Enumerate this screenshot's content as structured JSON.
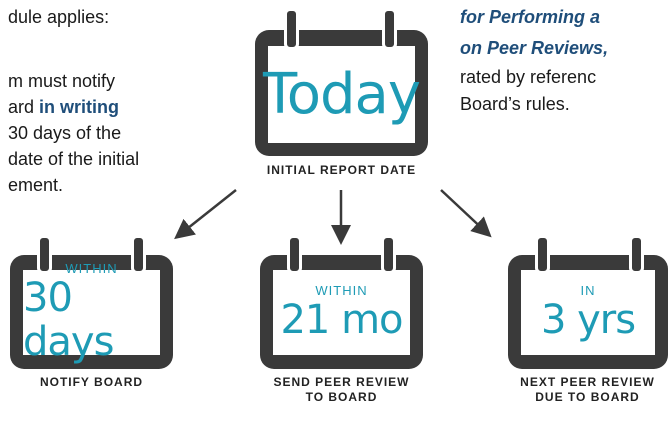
{
  "left_text": {
    "line1": "dule applies:",
    "line2": "m must notify",
    "line3_plain": "ard ",
    "line3_bold": "in writing",
    "line4": "30 days of the",
    "line5": "date of the initial",
    "line6": "ement."
  },
  "right_text": {
    "line1": "for Performing a",
    "line2": "on Peer Reviews,",
    "line3": "rated by referenc",
    "line4": "Board’s rules."
  },
  "calendars": {
    "today": {
      "top": "",
      "main": "Today",
      "caption": [
        "INITIAL REPORT DATE"
      ]
    },
    "notify": {
      "top": "WITHIN",
      "main": "30 days",
      "caption": [
        "NOTIFY BOARD"
      ]
    },
    "send": {
      "top": "WITHIN",
      "main": "21 mo",
      "caption": [
        "SEND PEER REVIEW",
        "TO BOARD"
      ]
    },
    "next": {
      "top": "IN",
      "main": "3 yrs",
      "caption": [
        "NEXT PEER REVIEW",
        "DUE TO BOARD"
      ]
    }
  },
  "colors": {
    "calendar_frame": "#3a3a3a",
    "calendar_text": "#1e9bb5",
    "emphasis": "#1f4e7a"
  }
}
